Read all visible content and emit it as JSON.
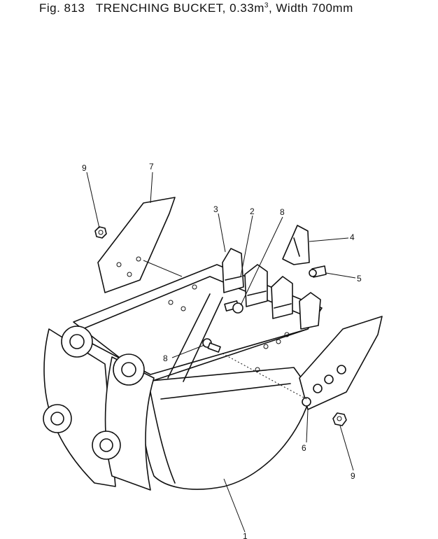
{
  "figure": {
    "number": "Fig. 813",
    "title": "TRENCHING BUCKET,",
    "capacity": "0.33m",
    "capacity_exp": "3",
    "width_text": ", Width 700mm"
  },
  "callouts": [
    {
      "id": "c1",
      "label": "1"
    },
    {
      "id": "c2",
      "label": "2"
    },
    {
      "id": "c3",
      "label": "3"
    },
    {
      "id": "c4",
      "label": "4"
    },
    {
      "id": "c5",
      "label": "5"
    },
    {
      "id": "c6",
      "label": "6"
    },
    {
      "id": "c7",
      "label": "7"
    },
    {
      "id": "c8a",
      "label": "8"
    },
    {
      "id": "c8b",
      "label": "8"
    },
    {
      "id": "c9a",
      "label": "9"
    },
    {
      "id": "c9b",
      "label": "9"
    }
  ]
}
